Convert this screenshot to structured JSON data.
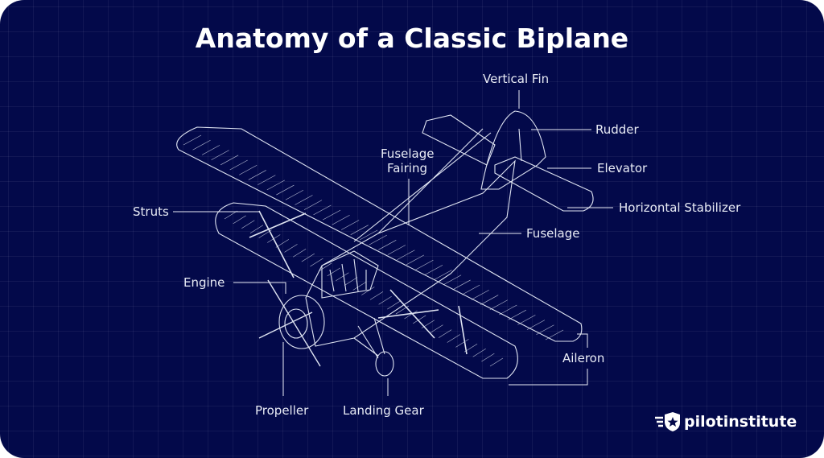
{
  "title": "Anatomy of a Classic Biplane",
  "labels": {
    "vertical_fin": "Vertical Fin",
    "rudder": "Rudder",
    "elevator": "Elevator",
    "horizontal_stabilizer": "Horizontal Stabilizer",
    "fuselage": "Fuselage",
    "fuselage_fairing_1": "Fuselage",
    "fuselage_fairing_2": "Fairing",
    "struts": "Struts",
    "engine": "Engine",
    "aileron": "Aileron",
    "propeller": "Propeller",
    "landing_gear": "Landing Gear"
  },
  "logo": {
    "text": "pilotinstitute"
  },
  "colors": {
    "background": "#03094a",
    "line": "#dfe4f2"
  }
}
